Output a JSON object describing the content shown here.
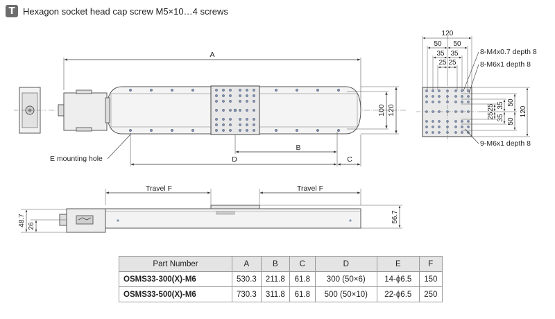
{
  "header": {
    "icon_glyph": "T",
    "title": "Hexagon socket head cap screw M5×10…4 screws"
  },
  "top_view": {
    "dim_a": "A",
    "dim_b": "B",
    "dim_c": "C",
    "dim_d": "D",
    "dim_100": "100",
    "dim_120": "120",
    "mount_hole_label": "E mounting hole"
  },
  "end_view": {
    "width_total": "120",
    "w50a": "50",
    "w50b": "50",
    "w35a": "35",
    "w35b": "35",
    "w25a": "25",
    "w25b": "25",
    "h25a": "25",
    "h25b": "25",
    "h35a": "35",
    "h35b": "35",
    "h50a": "50",
    "h50b": "50",
    "height_total": "120",
    "callout_m4": "8-M4x0.7 depth 8",
    "callout_m6_8": "8-M6x1 depth 8",
    "callout_m6_9": "9-M6x1 depth 8"
  },
  "side_view": {
    "travel_left": "Travel F",
    "travel_right": "Travel F",
    "h48_7": "48.7",
    "h26": "26",
    "h56_7": "56.7"
  },
  "table": {
    "headers": [
      "Part Number",
      "A",
      "B",
      "C",
      "D",
      "E",
      "F"
    ],
    "rows": [
      [
        "OSMS33-300(X)-M6",
        "530.3",
        "211.8",
        "61.8",
        "300 (50×6)",
        "14-ϕ6.5",
        "150"
      ],
      [
        "OSMS33-500(X)-M6",
        "730.3",
        "311.8",
        "61.8",
        "500 (50×10)",
        "22-ϕ6.5",
        "250"
      ]
    ]
  }
}
